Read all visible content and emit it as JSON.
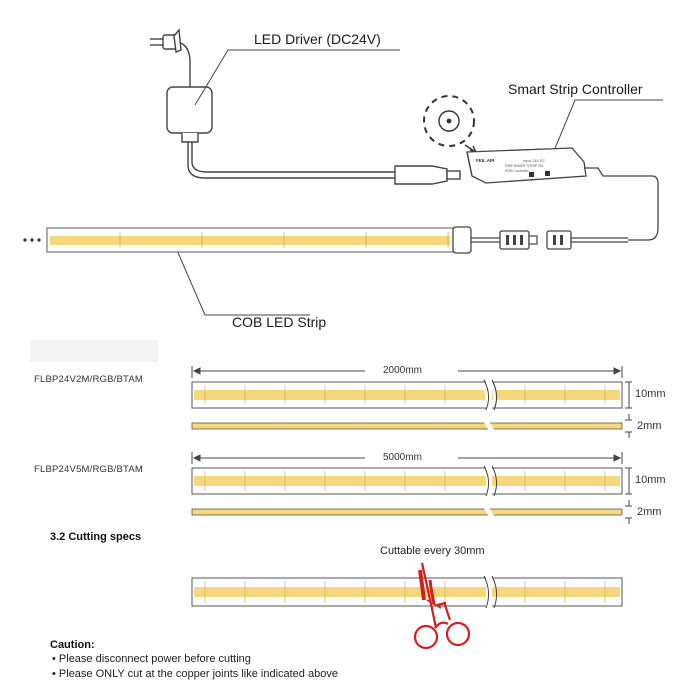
{
  "labels": {
    "driver": "LED Driver (DC24V)",
    "controller": "Smart Strip Controller",
    "strip": "COB LED Strip"
  },
  "controller_box": {
    "line1": "Input: 24V DC",
    "line2": "FIBE SMART STRIP 2M",
    "line3": "RGB Controller",
    "brand": "FEIL AIR"
  },
  "models": [
    {
      "name": "FLBP24V2M/RGB/BTAM",
      "length": "2000mm",
      "width": "10mm",
      "thickness": "2mm"
    },
    {
      "name": "FLBP24V5M/RGB/BTAM",
      "length": "5000mm",
      "width": "10mm",
      "thickness": "2mm"
    }
  ],
  "cutting": {
    "heading": "3.2 Cutting specs",
    "note": "Cuttable every 30mm"
  },
  "caution": {
    "title": "Caution:",
    "items": [
      "• Please disconnect power before cutting",
      "• Please ONLY cut at the copper joints like indicated above"
    ]
  },
  "colors": {
    "strip_fill": "#f6d77e",
    "line": "#555555",
    "scissors": "#d21f1f"
  }
}
